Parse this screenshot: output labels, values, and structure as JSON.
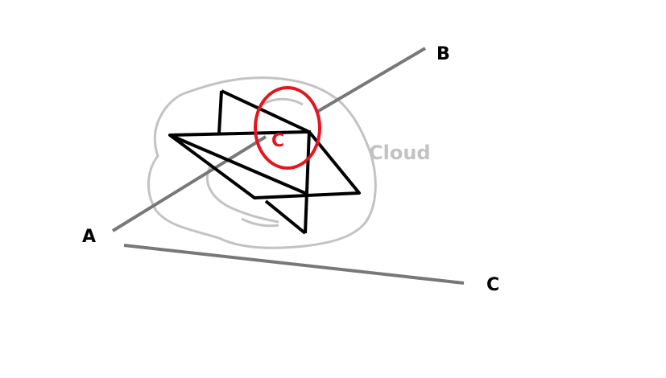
{
  "labels": {
    "point_a": "A",
    "point_b": "B",
    "point_c": "C",
    "cloud": "Cloud",
    "circled": "C"
  },
  "colors": {
    "line_gray": "#787878",
    "cloud_gray": "#c3c3c3",
    "shape_black": "#000000",
    "highlight_red": "#e4161e"
  }
}
